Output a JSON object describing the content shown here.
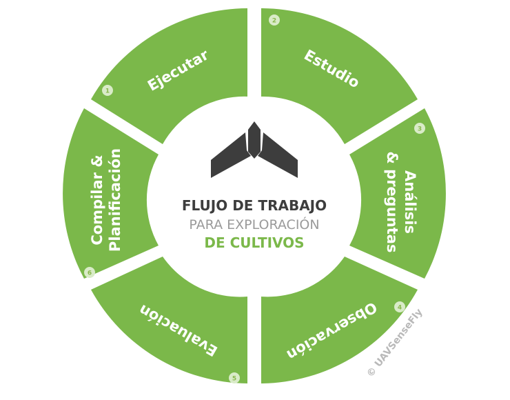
{
  "colors": {
    "segment": "#7bb84a",
    "number_badge": "#d9ebc8",
    "number_text": "#8ab84e",
    "title_dark": "#3d3d3d",
    "title_grey": "#9a9a9a",
    "title_green": "#7bb84a",
    "logo": "#3d3d3d",
    "copyright": "#b9b9b9"
  },
  "segments": [
    {
      "number": "1",
      "label": "Ejecutar"
    },
    {
      "number": "2",
      "label": "Estudio"
    },
    {
      "number": "3",
      "label_line1": "Análisis",
      "label_line2": "& preguntas"
    },
    {
      "number": "4",
      "label": "Observación"
    },
    {
      "number": "5",
      "label": "Evaluación"
    },
    {
      "number": "6",
      "label_line1": "Compilar &",
      "label_line2": "Planificación"
    }
  ],
  "center": {
    "logo_icon": "drone-wing-logo-icon",
    "line1": "FLUJO DE TRABAJO",
    "line2": "PARA EXPLORACIÓN",
    "line3": "DE CULTIVOS"
  },
  "copyright": "© UAVSenseFly"
}
